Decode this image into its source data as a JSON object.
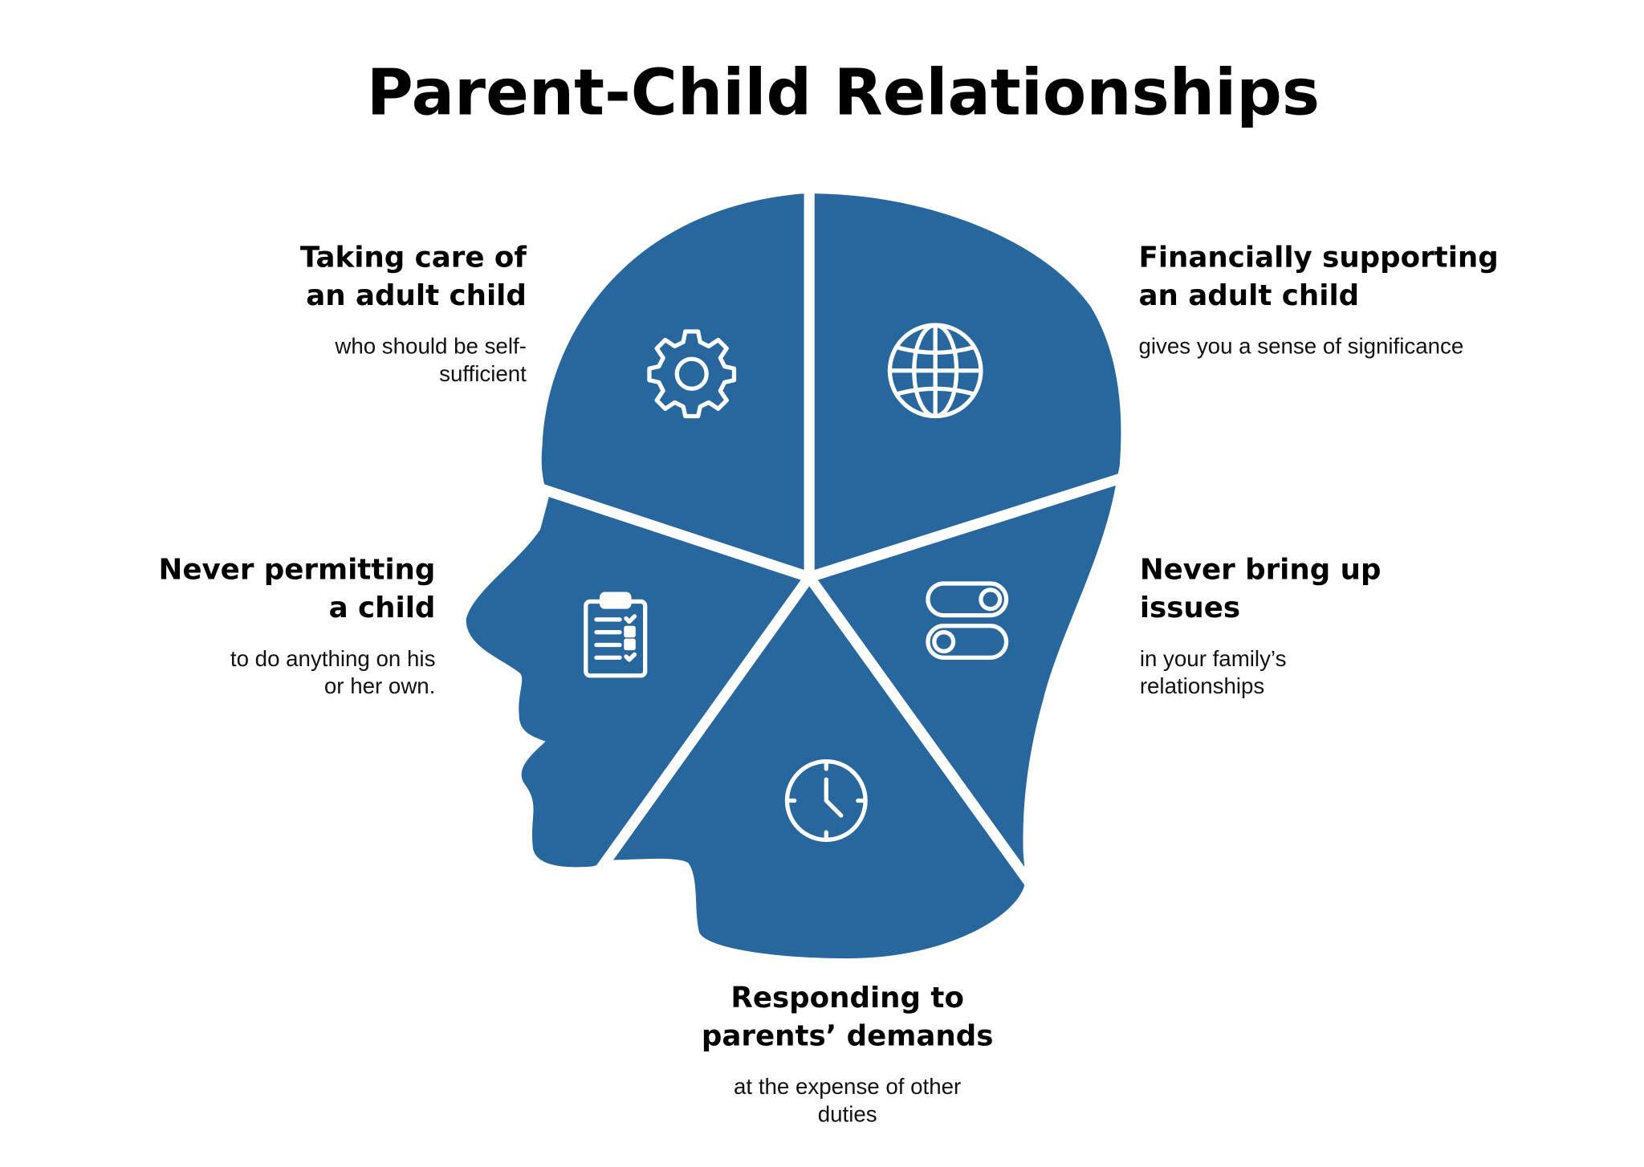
{
  "title": "Parent-Child Relationships",
  "colors": {
    "head": "#28679e",
    "divider": "#ffffff"
  },
  "items": [
    {
      "icon": "gear-icon",
      "heading": [
        "Taking care of",
        "an adult child"
      ],
      "text": [
        "who should be self-",
        "sufficient"
      ]
    },
    {
      "icon": "globe-icon",
      "heading": [
        "Financially supporting",
        "an adult child"
      ],
      "text": [
        "gives you a sense of significance"
      ]
    },
    {
      "icon": "clipboard-checklist-icon",
      "heading": [
        "Never permitting",
        "a child"
      ],
      "text": [
        "to do anything on his",
        "or her own."
      ]
    },
    {
      "icon": "toggle-switches-icon",
      "heading": [
        "Never bring up",
        "issues"
      ],
      "text": [
        "in your family’s",
        "relationships"
      ]
    },
    {
      "icon": "clock-icon",
      "heading": [
        "Responding to",
        "parents’ demands"
      ],
      "text": [
        "at the expense of other",
        "duties"
      ]
    }
  ]
}
